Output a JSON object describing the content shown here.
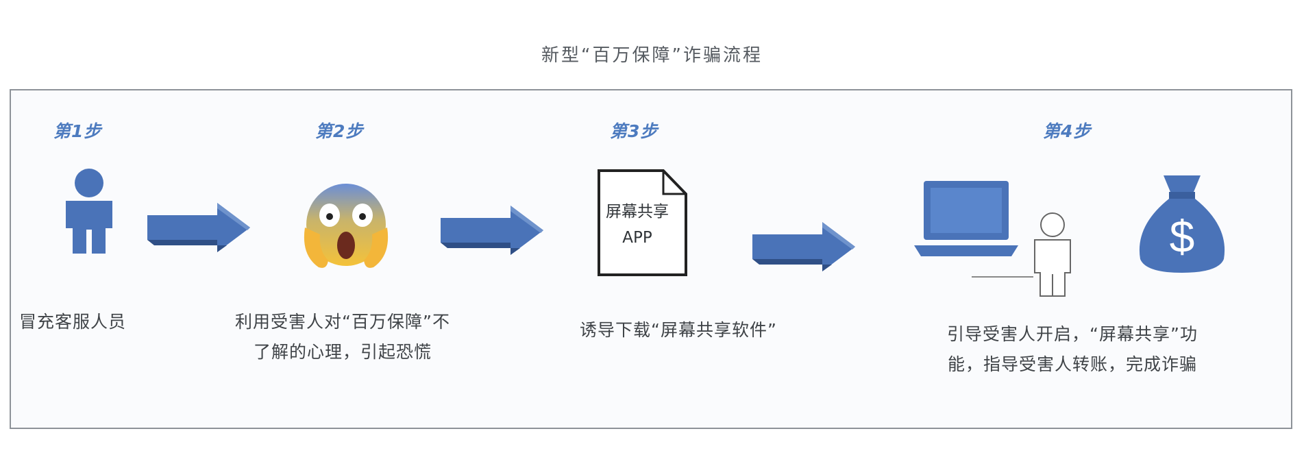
{
  "title": "新型“百万保障”诈骗流程",
  "steps": [
    {
      "label": "第1步",
      "caption": "冒充客服人员"
    },
    {
      "label": "第2步",
      "caption_lines": [
        "利用受害人对“百万保障”不",
        "了解的心理，引起恐慌"
      ]
    },
    {
      "label": "第3步",
      "caption": "诱导下载“屏幕共享软件”",
      "document_lines": [
        "屏幕共享",
        "APP"
      ]
    },
    {
      "label": "第4步",
      "caption_lines": [
        "引导受害人开启，“屏幕共享”功",
        "能，指导受害人转账，完成诈骗"
      ]
    }
  ],
  "icons": [
    "person-icon",
    "screaming-face-icon",
    "document-icon",
    "laptop-icon",
    "victim-outline-icon",
    "money-bag-icon",
    "arrow-icon"
  ],
  "colors": {
    "accent": "#4a73b8",
    "arrow_dark": "#3a5f9e",
    "step_text": "#4d7bbf",
    "frame": "#8d9298"
  }
}
